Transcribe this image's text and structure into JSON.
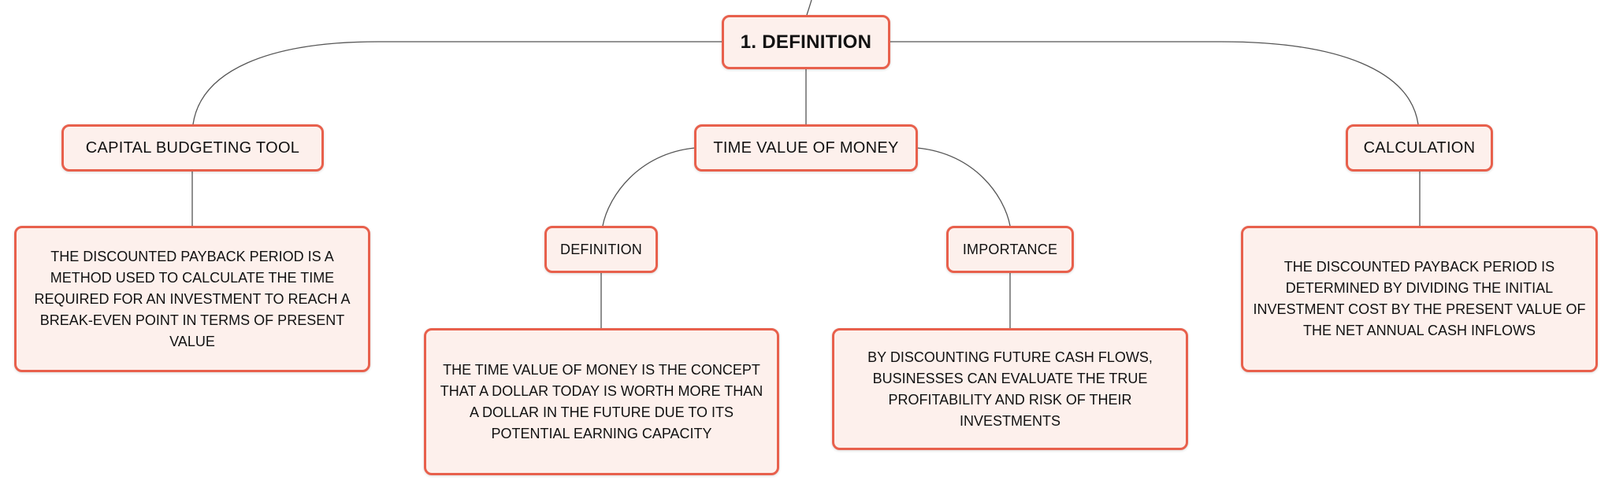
{
  "colors": {
    "node_border": "#e8604c",
    "node_fill": "#fdf0ec",
    "connector": "#555555"
  },
  "diagram": {
    "root": {
      "label": "1. DEFINITION"
    },
    "capital_budgeting": {
      "label": "CAPITAL BUDGETING TOOL",
      "detail": "THE DISCOUNTED PAYBACK PERIOD IS A METHOD USED TO CALCULATE THE TIME REQUIRED FOR AN INVESTMENT TO REACH A BREAK-EVEN POINT IN TERMS OF PRESENT VALUE"
    },
    "time_value": {
      "label": "TIME VALUE OF MONEY",
      "definition": {
        "label": "DEFINITION",
        "detail": "THE TIME VALUE OF MONEY IS THE CONCEPT THAT A DOLLAR TODAY IS WORTH MORE THAN A DOLLAR IN THE FUTURE DUE TO ITS POTENTIAL EARNING CAPACITY"
      },
      "importance": {
        "label": "IMPORTANCE",
        "detail": "BY DISCOUNTING FUTURE CASH FLOWS, BUSINESSES CAN EVALUATE THE TRUE PROFITABILITY AND RISK OF THEIR INVESTMENTS"
      }
    },
    "calculation": {
      "label": "CALCULATION",
      "detail": "THE DISCOUNTED PAYBACK PERIOD IS DETERMINED BY DIVIDING THE INITIAL INVESTMENT COST BY THE PRESENT VALUE OF THE NET ANNUAL CASH INFLOWS"
    }
  }
}
